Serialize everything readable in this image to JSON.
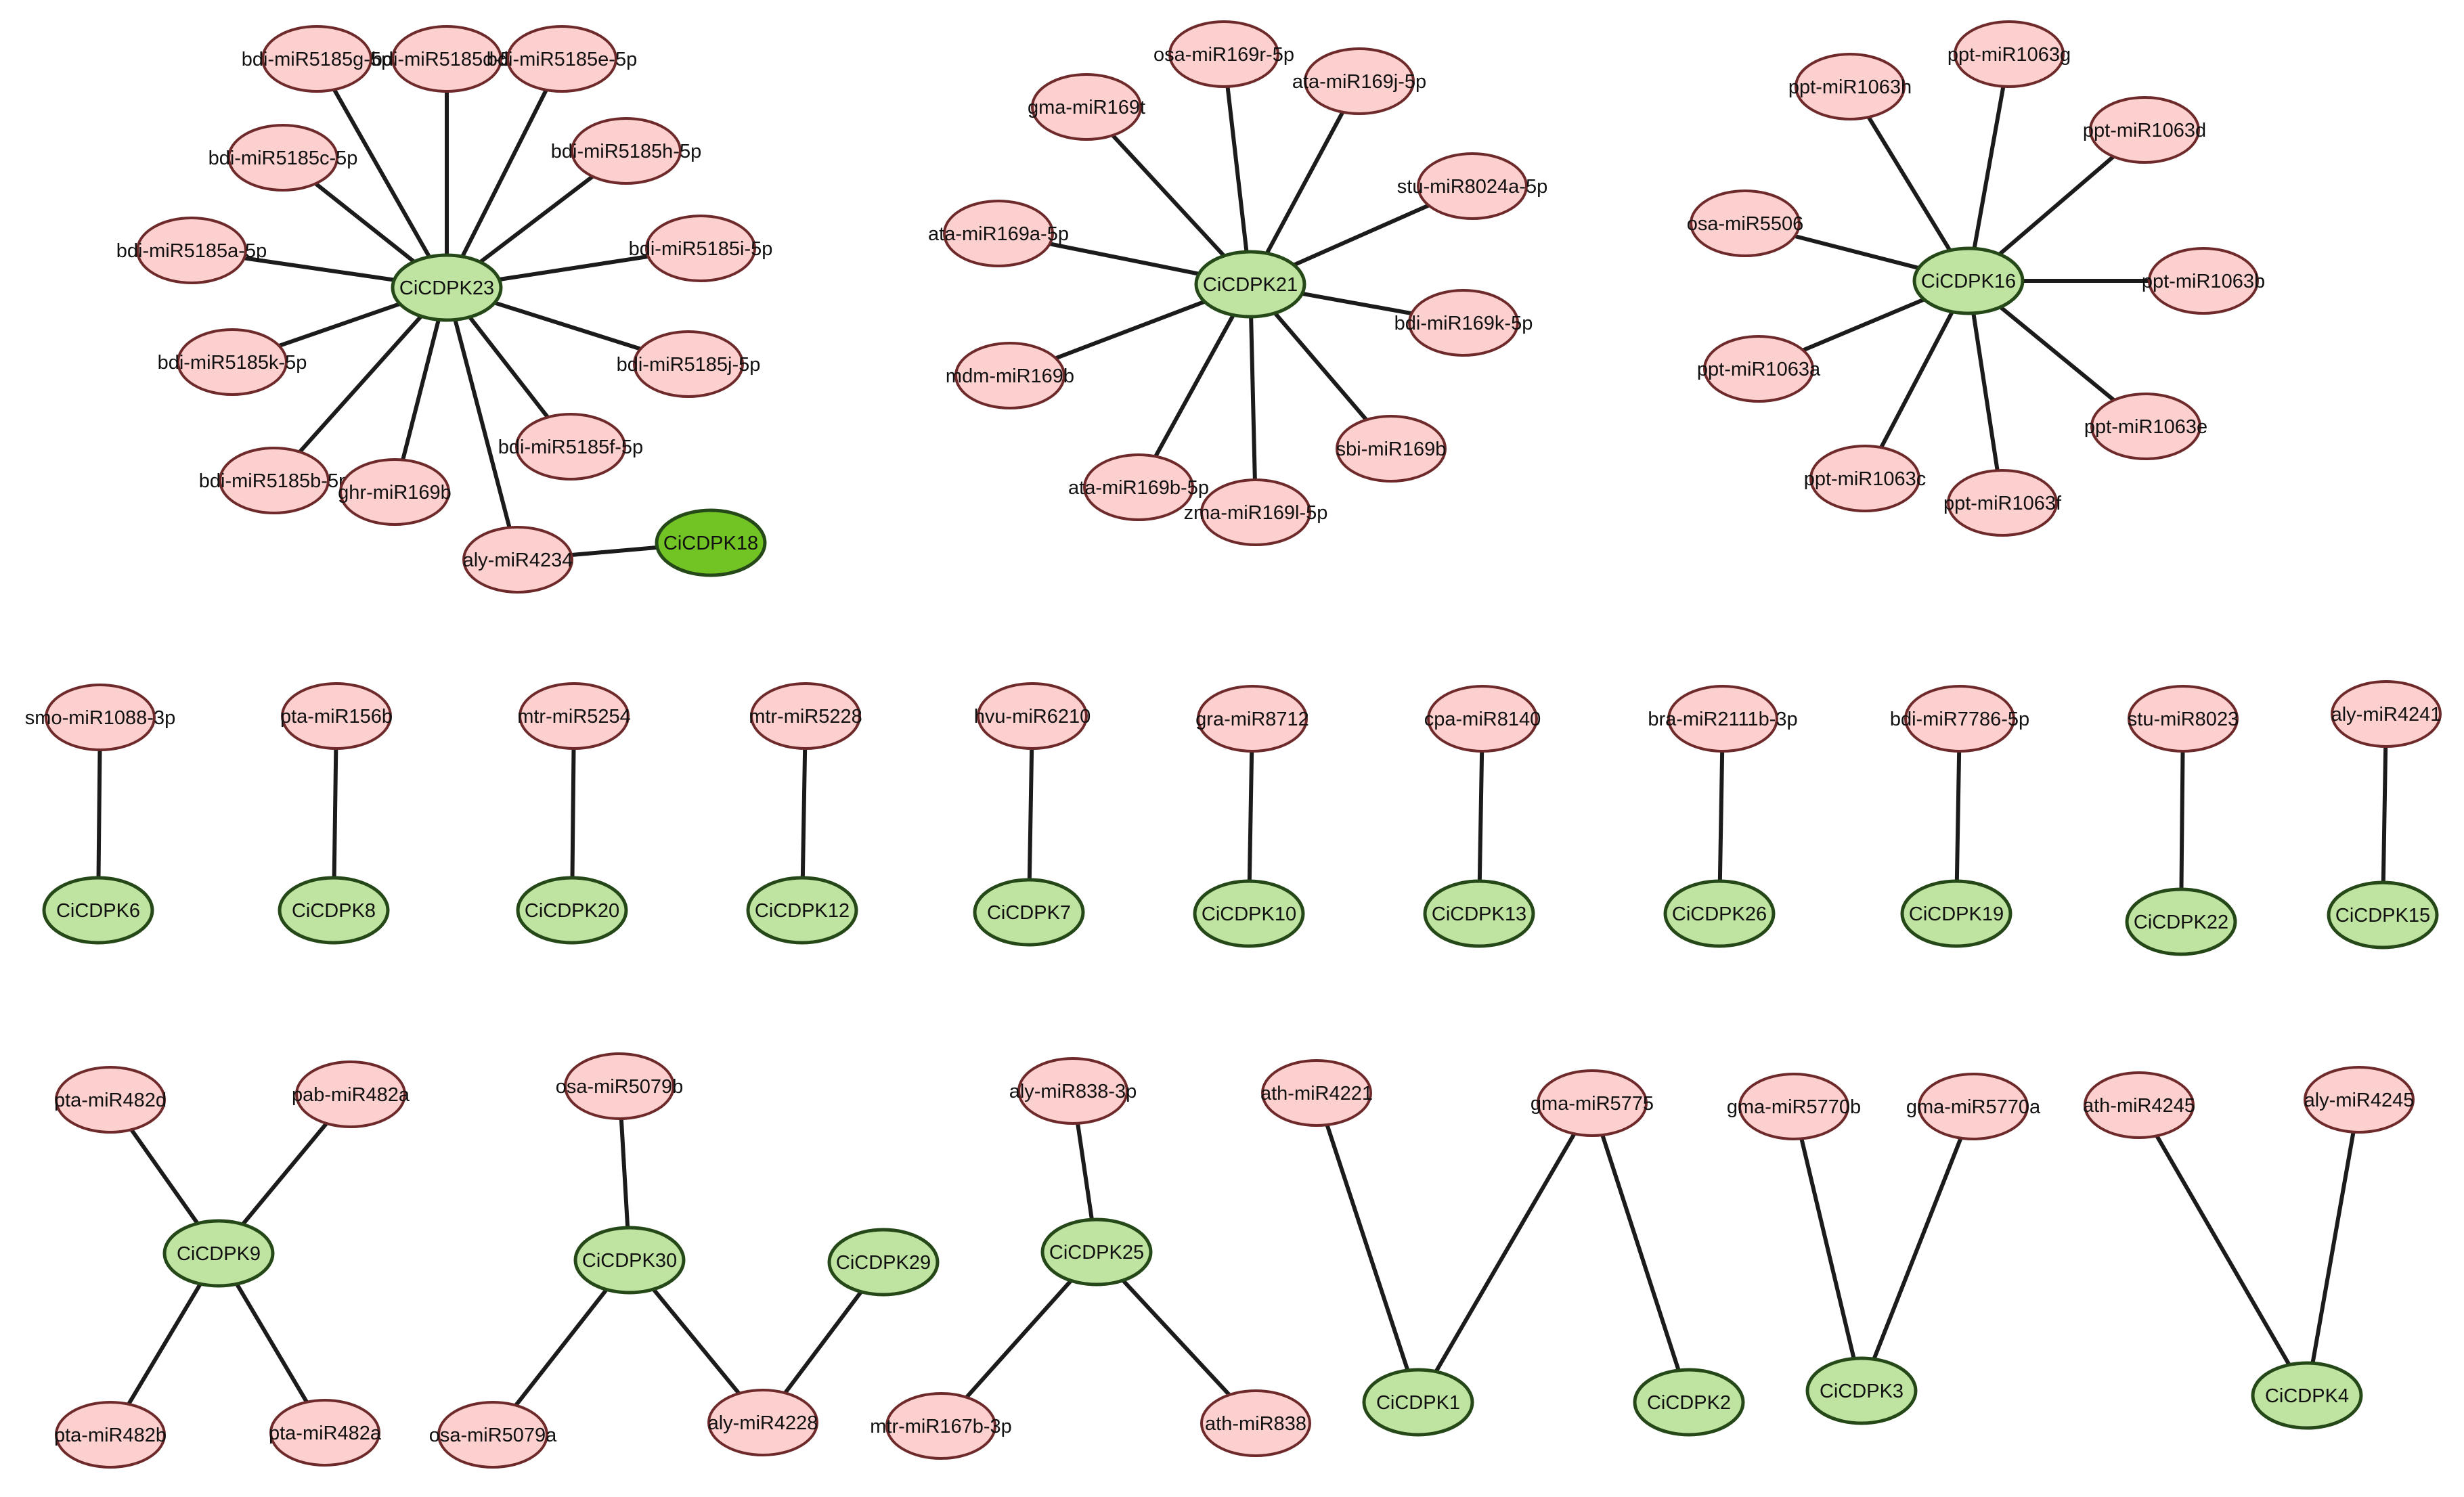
{
  "network": {
    "edges": [
      [
        "CiCDPK23",
        "bdi-miR5185g-5p"
      ],
      [
        "CiCDPK23",
        "bdi-miR5185d-5p"
      ],
      [
        "CiCDPK23",
        "bdi-miR5185e-5p"
      ],
      [
        "CiCDPK23",
        "bdi-miR5185c-5p"
      ],
      [
        "CiCDPK23",
        "bdi-miR5185h-5p"
      ],
      [
        "CiCDPK23",
        "bdi-miR5185a-5p"
      ],
      [
        "CiCDPK23",
        "bdi-miR5185i-5p"
      ],
      [
        "CiCDPK23",
        "bdi-miR5185k-5p"
      ],
      [
        "CiCDPK23",
        "bdi-miR5185j-5p"
      ],
      [
        "CiCDPK23",
        "bdi-miR5185f-5p"
      ],
      [
        "CiCDPK23",
        "bdi-miR5185b-5p"
      ],
      [
        "CiCDPK23",
        "ghr-miR169b"
      ],
      [
        "CiCDPK23",
        "aly-miR4234"
      ],
      [
        "CiCDPK18",
        "aly-miR4234"
      ],
      [
        "CiCDPK21",
        "osa-miR169r-5p"
      ],
      [
        "CiCDPK21",
        "ata-miR169j-5p"
      ],
      [
        "CiCDPK21",
        "gma-miR169t"
      ],
      [
        "CiCDPK21",
        "stu-miR8024a-5p"
      ],
      [
        "CiCDPK21",
        "ata-miR169a-5p"
      ],
      [
        "CiCDPK21",
        "bdi-miR169k-5p"
      ],
      [
        "CiCDPK21",
        "mdm-miR169b"
      ],
      [
        "CiCDPK21",
        "sbi-miR169b"
      ],
      [
        "CiCDPK21",
        "ata-miR169b-5p"
      ],
      [
        "CiCDPK21",
        "zma-miR169l-5p"
      ],
      [
        "CiCDPK16",
        "ppt-miR1063h"
      ],
      [
        "CiCDPK16",
        "ppt-miR1063g"
      ],
      [
        "CiCDPK16",
        "ppt-miR1063d"
      ],
      [
        "CiCDPK16",
        "osa-miR5506"
      ],
      [
        "CiCDPK16",
        "ppt-miR1063b"
      ],
      [
        "CiCDPK16",
        "ppt-miR1063a"
      ],
      [
        "CiCDPK16",
        "ppt-miR1063e"
      ],
      [
        "CiCDPK16",
        "ppt-miR1063c"
      ],
      [
        "CiCDPK16",
        "ppt-miR1063f"
      ],
      [
        "CiCDPK6",
        "smo-miR1088-3p"
      ],
      [
        "CiCDPK8",
        "pta-miR156b"
      ],
      [
        "CiCDPK20",
        "mtr-miR5254"
      ],
      [
        "CiCDPK12",
        "mtr-miR5228"
      ],
      [
        "CiCDPK7",
        "hvu-miR6210"
      ],
      [
        "CiCDPK10",
        "gra-miR8712"
      ],
      [
        "CiCDPK13",
        "cpa-miR8140"
      ],
      [
        "CiCDPK26",
        "bra-miR2111b-3p"
      ],
      [
        "CiCDPK19",
        "bdi-miR7786-5p"
      ],
      [
        "CiCDPK22",
        "stu-miR8023"
      ],
      [
        "CiCDPK15",
        "aly-miR4241"
      ],
      [
        "CiCDPK9",
        "pta-miR482d"
      ],
      [
        "CiCDPK9",
        "pab-miR482a"
      ],
      [
        "CiCDPK9",
        "pta-miR482b"
      ],
      [
        "CiCDPK9",
        "pta-miR482a"
      ],
      [
        "CiCDPK30",
        "osa-miR5079b"
      ],
      [
        "CiCDPK30",
        "osa-miR5079a"
      ],
      [
        "CiCDPK30",
        "aly-miR4228"
      ],
      [
        "CiCDPK29",
        "aly-miR4228"
      ],
      [
        "CiCDPK25",
        "aly-miR838-3p"
      ],
      [
        "CiCDPK25",
        "mtr-miR167b-3p"
      ],
      [
        "CiCDPK25",
        "ath-miR838"
      ],
      [
        "CiCDPK1",
        "ath-miR4221"
      ],
      [
        "CiCDPK1",
        "gma-miR5775"
      ],
      [
        "CiCDPK2",
        "gma-miR5775"
      ],
      [
        "CiCDPK3",
        "gma-miR5770b"
      ],
      [
        "CiCDPK3",
        "gma-miR5770a"
      ],
      [
        "CiCDPK4",
        "ath-miR4245"
      ],
      [
        "CiCDPK4",
        "aly-miR4245"
      ]
    ],
    "colors": {
      "mirna_fill": "#fdd0d0",
      "mirna_stroke": "#6e2a2a",
      "gene_fill": "#bfe3a0",
      "gene_fill_highlight": "#72c324",
      "gene_stroke": "#254818",
      "edge": "#1b1b1b"
    }
  }
}
